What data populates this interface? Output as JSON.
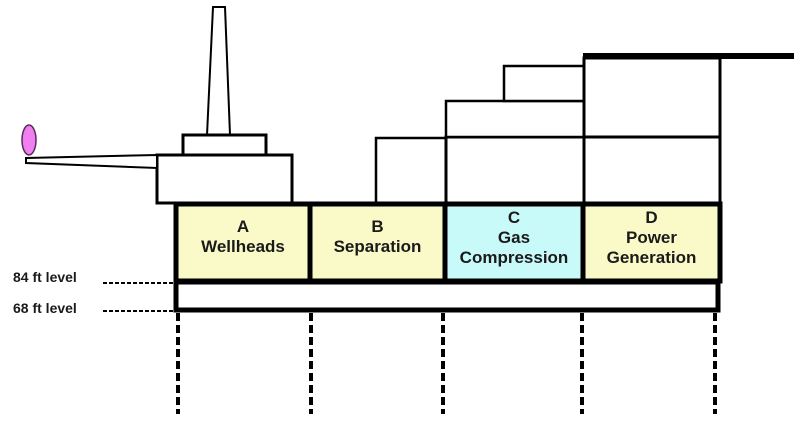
{
  "diagram": {
    "title": "Offshore platform modules",
    "modules": [
      {
        "letter": "A",
        "lines": [
          "Wellheads"
        ],
        "fill": "#fafac8"
      },
      {
        "letter": "B",
        "lines": [
          "Separation"
        ],
        "fill": "#fafac8"
      },
      {
        "letter": "C",
        "lines": [
          "Gas",
          "Compression"
        ],
        "fill": "#c8fafa"
      },
      {
        "letter": "D",
        "lines": [
          "Power",
          "Generation"
        ],
        "fill": "#fafac8"
      }
    ],
    "levels": [
      {
        "label": "84 ft level"
      },
      {
        "label": "68 ft level"
      }
    ],
    "flare_color": "#f080f0",
    "icons": [
      "flare-icon",
      "derrick-icon"
    ]
  }
}
